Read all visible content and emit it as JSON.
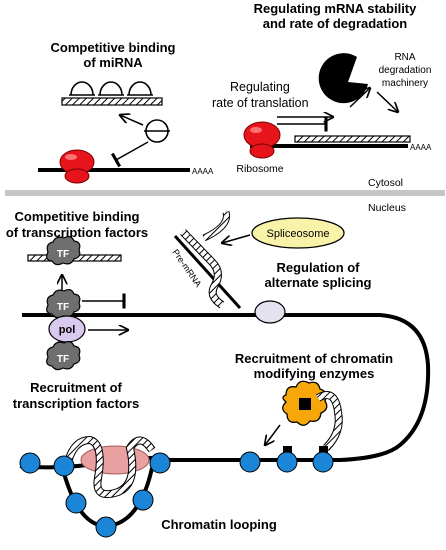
{
  "labels": {
    "mirna_title_1": "Competitive binding",
    "mirna_title_2": "of miRNA",
    "mrna_stab_title_1": "Regulating mRNA stability",
    "mrna_stab_title_2": "and rate of degradation",
    "rna_deg_1": "RNA",
    "rna_deg_2": "degradation",
    "rna_deg_3": "machinery",
    "translation_1": "Regulating",
    "translation_2": "rate of translation",
    "polya_left": "AAAA",
    "polya_right": "AAAA",
    "ribosome": "Ribosome",
    "cytosol": "Cytosol",
    "nucleus": "Nucleus",
    "tf_title_1": "Competitive binding",
    "tf_title_2": "of transcription factors",
    "tf_top": "TF",
    "tf_mid": "TF",
    "tf_low": "TF",
    "pol": "pol",
    "spliceosome": "Spliceosome",
    "pre_mrna": "Pre-mRNA",
    "splicing_1": "Regulation of",
    "splicing_2": "alternate splicing",
    "tf_recruit_1": "Recruitment of",
    "tf_recruit_2": "transcription factors",
    "chromatin_mod_1": "Recruitment of chromatin",
    "chromatin_mod_2": "modifying enzymes",
    "looping": "Chromatin looping"
  },
  "colors": {
    "ribosome": "#e8141c",
    "spliceosome": "#f8f3a8",
    "tf": "#6e6e6e",
    "pol": "#d9c9ee",
    "nucleosome": "#1b86d8",
    "enzyme": "#f7a70a",
    "loop_factor": "#e8a0a0",
    "divider": "#c6c6c6"
  },
  "icons": [
    "mirna-hairpin-icon",
    "ribosome-icon",
    "rna-degradation-machinery-icon",
    "tf-cloud-icon",
    "rna-polymerase-icon",
    "spliceosome-icon",
    "nucleosome-icon",
    "chromatin-enzyme-icon"
  ]
}
